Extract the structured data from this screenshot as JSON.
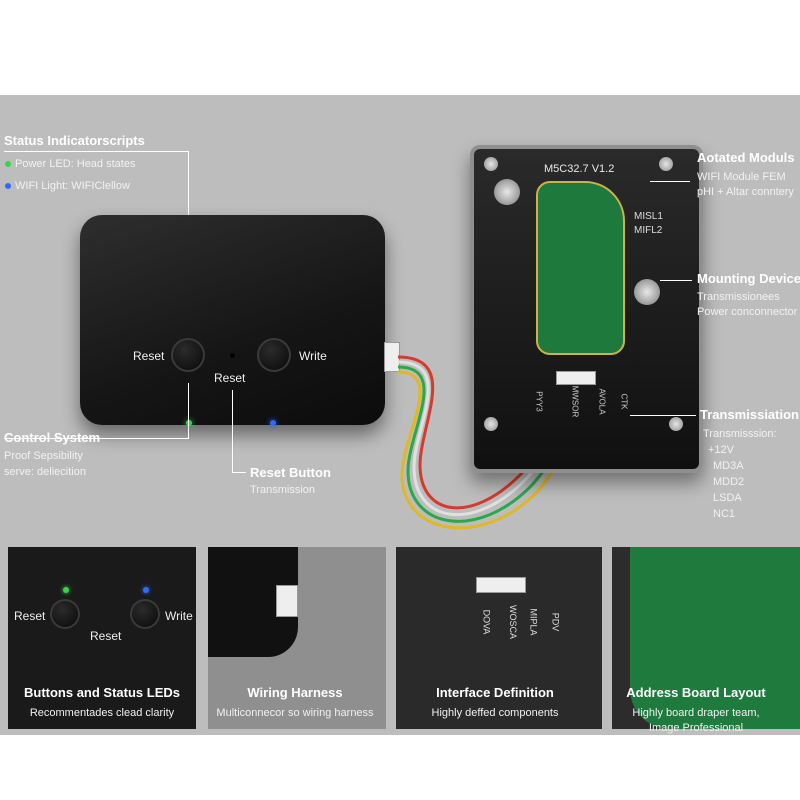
{
  "status": {
    "heading": "Status Indicatorscripts",
    "power_led": "Power LED: Head states",
    "wifi_light": "WIFI Light: WIFIClellow",
    "power_color": "#38d44a",
    "wifi_color": "#2f6bff"
  },
  "box": {
    "reset_left": "Reset",
    "reset_center": "Reset",
    "write": "Write"
  },
  "control": {
    "heading": "Control System",
    "line1": "Proof Sepsibility",
    "line2": "serve: deliecition"
  },
  "reset_btn": {
    "heading": "Reset Button",
    "sub": "Transmission"
  },
  "module": {
    "title": "M5C32.7 V1.2",
    "misl1": "MISL1",
    "mifl2": "MIFL2",
    "pins": [
      "PYY3",
      "MWSOR",
      "AVOLA",
      "CTK"
    ]
  },
  "annotated": {
    "heading": "Aotated Moduls",
    "line1": "WIFI Module FEM",
    "line2": "pHI + Altar conntery"
  },
  "mounting": {
    "heading": "Mounting Devices",
    "line1": "Transmissionees",
    "line2": "Power conconnector"
  },
  "transmission": {
    "heading": "Transmissiation",
    "sub": "Transmisssion:",
    "items": [
      "+12V",
      "MD3A",
      "MDD2",
      "LSDA",
      "NC1"
    ]
  },
  "captions": [
    {
      "title": "Buttons and Status LEDs",
      "sub": "Recommentades clead clarity"
    },
    {
      "title": "Wiring Harness",
      "sub": "Multiconnecor so wiring harness"
    },
    {
      "title": "Interface Definition",
      "sub": "Highly deffed components"
    },
    {
      "title": "Address Board Layout",
      "sub": "Highly board draper team,",
      "sub2": "Image Professional"
    }
  ],
  "thumb1": {
    "reset_left": "Reset",
    "reset_center": "Reset",
    "write": "Write"
  },
  "thumb3": {
    "pins": [
      "PDV",
      "MIPLA",
      "WOSCA",
      "DOVA"
    ]
  }
}
